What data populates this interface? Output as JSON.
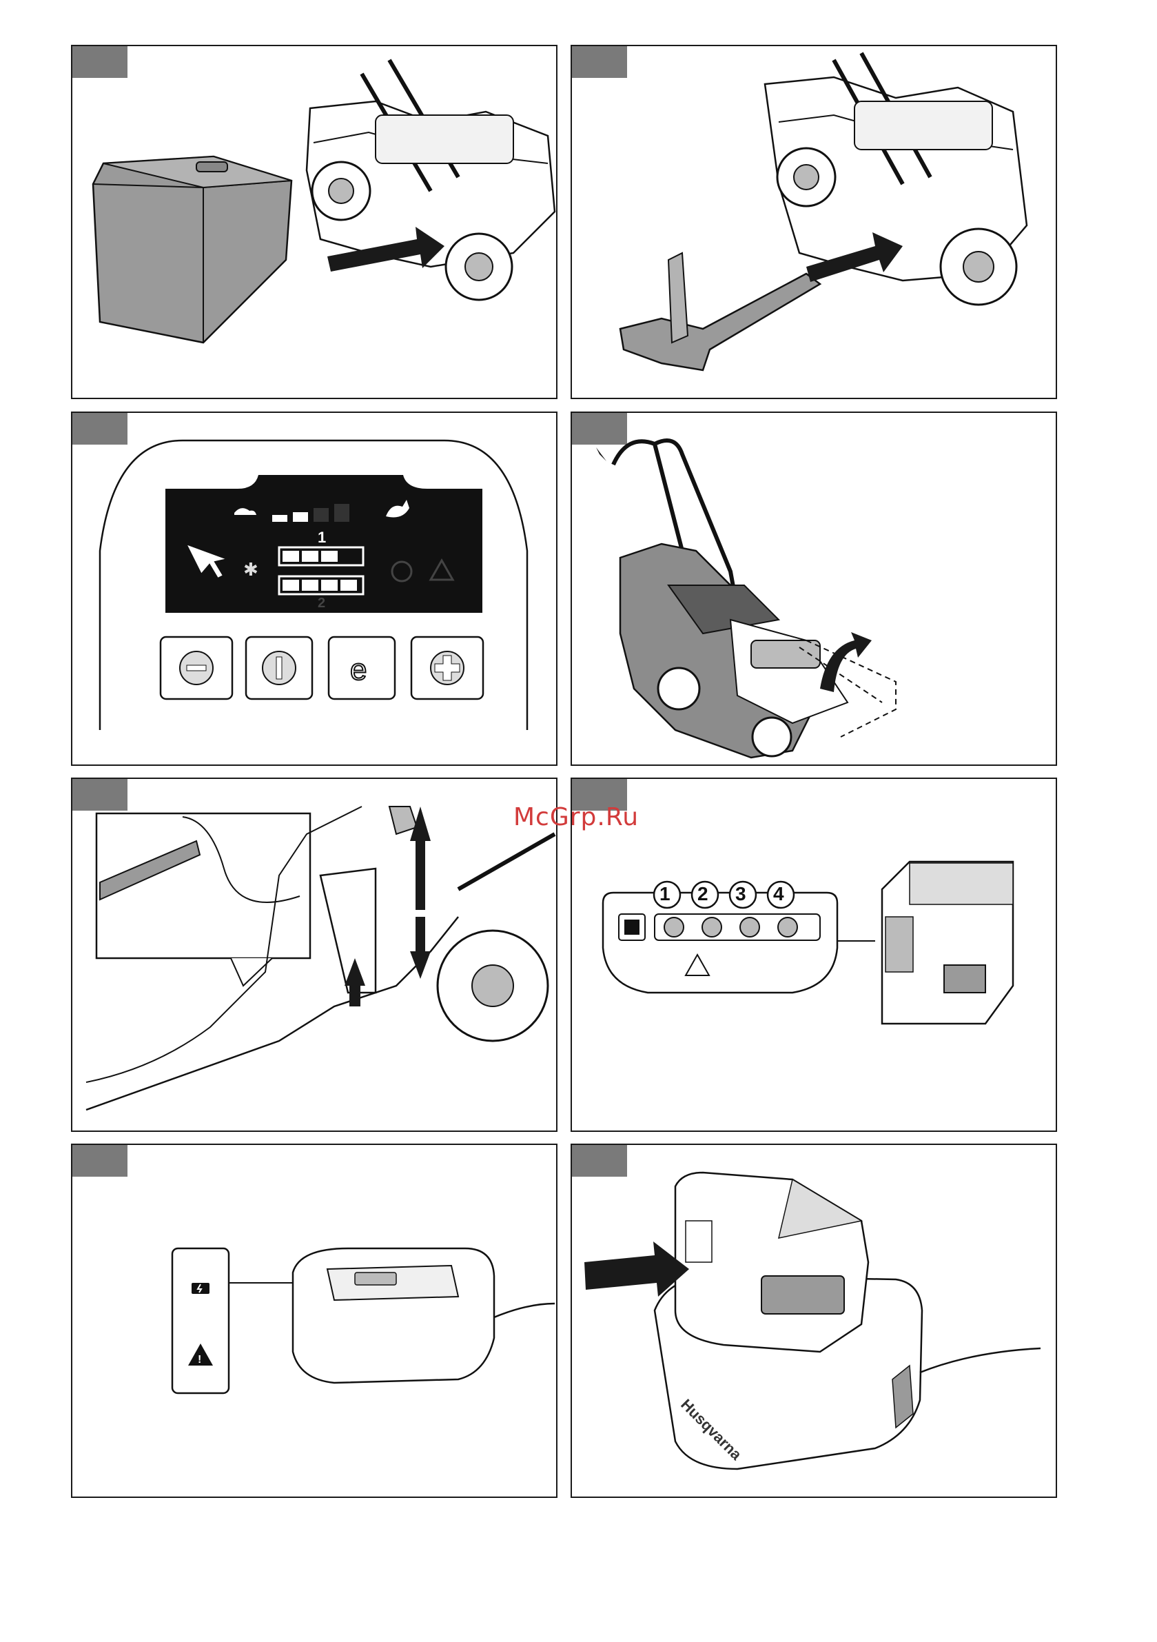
{
  "watermark": "McGrp.Ru",
  "panels": [
    {
      "id": 1,
      "subject": "grass-collector"
    },
    {
      "id": 2,
      "subject": "mulch-plug"
    },
    {
      "id": 3,
      "subject": "control-panel",
      "display": {
        "battery_1_label": "1",
        "battery_2_label": "2"
      },
      "buttons": [
        "minus-button",
        "power-button",
        "eco-button",
        "plus-button"
      ]
    },
    {
      "id": 4,
      "subject": "handle-fold"
    },
    {
      "id": 5,
      "subject": "cutting-height"
    },
    {
      "id": 6,
      "subject": "battery-indicator",
      "led_labels": [
        "1",
        "2",
        "3",
        "4"
      ]
    },
    {
      "id": 7,
      "subject": "charger-indicator"
    },
    {
      "id": 8,
      "subject": "battery-insert-charger",
      "charger_brand": "Husqvarna"
    }
  ]
}
